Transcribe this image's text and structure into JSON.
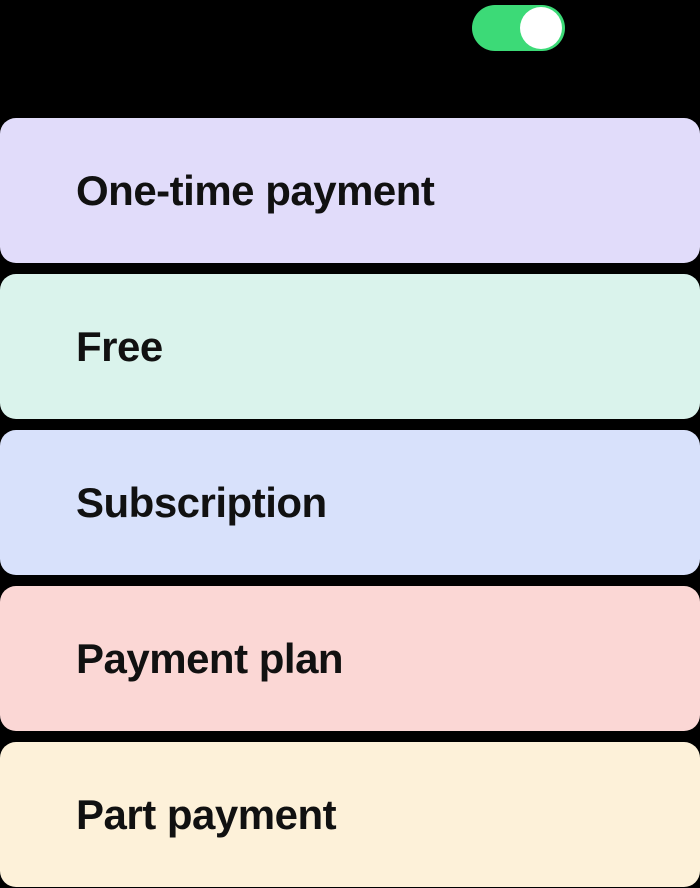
{
  "background_color": "#000000",
  "text_color": "#111111",
  "toggle": {
    "state": "on",
    "on_color": "#3cda77",
    "knob_color": "#ffffff"
  },
  "cards": [
    {
      "label": "One-time payment",
      "bg": "#e1dcfa"
    },
    {
      "label": "Free",
      "bg": "#daf3ec"
    },
    {
      "label": "Subscription",
      "bg": "#d8e1fb"
    },
    {
      "label": "Payment plan",
      "bg": "#fbd7d5"
    },
    {
      "label": "Part payment",
      "bg": "#fdf1d9"
    }
  ]
}
